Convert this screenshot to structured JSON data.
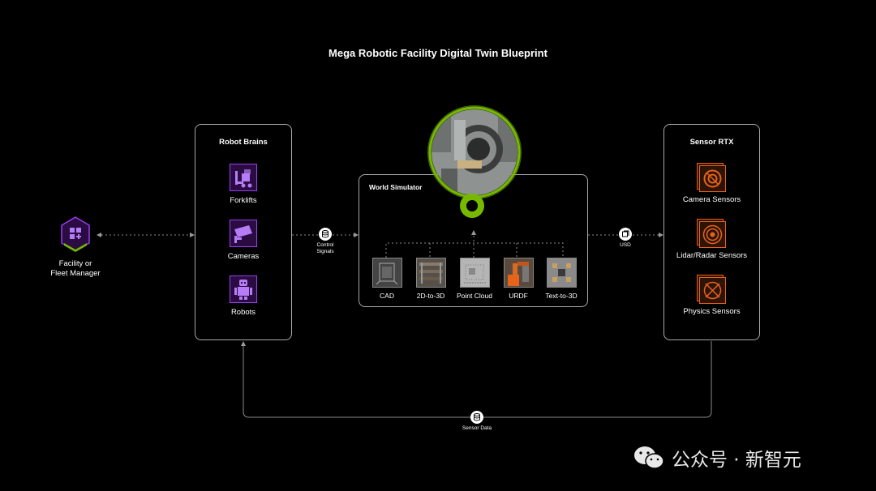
{
  "title": "Mega Robotic Facility Digital Twin Blueprint",
  "facility": {
    "label_line1": "Facility or",
    "label_line2": "Fleet Manager"
  },
  "robot_brains": {
    "title": "Robot Brains",
    "items": [
      {
        "label": "Forklifts",
        "icon": "forklift-icon"
      },
      {
        "label": "Cameras",
        "icon": "camera-icon"
      },
      {
        "label": "Robots",
        "icon": "robot-icon"
      }
    ]
  },
  "control_signals": {
    "line1": "Control",
    "line2": "Signals"
  },
  "world_simulator": {
    "title": "World Simulator",
    "inputs": [
      {
        "label": "CAD",
        "icon": "cad-thumbnail"
      },
      {
        "label": "2D-to-3D",
        "icon": "warehouse-thumbnail"
      },
      {
        "label": "Point Cloud",
        "icon": "point-cloud-thumbnail"
      },
      {
        "label": "URDF",
        "icon": "urdf-thumbnail"
      },
      {
        "label": "Text-to-3D",
        "icon": "text-to-3d-thumbnail"
      }
    ]
  },
  "usd": {
    "label": "USD"
  },
  "sensor_rtx": {
    "title": "Sensor RTX",
    "items": [
      {
        "label": "Camera Sensors",
        "icon": "camera-sensor-icon"
      },
      {
        "label": "Lidar/Radar Sensors",
        "icon": "lidar-radar-icon"
      },
      {
        "label": "Physics Sensors",
        "icon": "physics-sensor-icon"
      }
    ]
  },
  "sensor_data": {
    "label": "Sensor Data"
  },
  "watermark": {
    "text": "公众号 · 新智元"
  },
  "colors": {
    "purple": "#9b3df0",
    "green": "#76b900",
    "orange": "#e8631a",
    "line": "#8a8a8a"
  }
}
